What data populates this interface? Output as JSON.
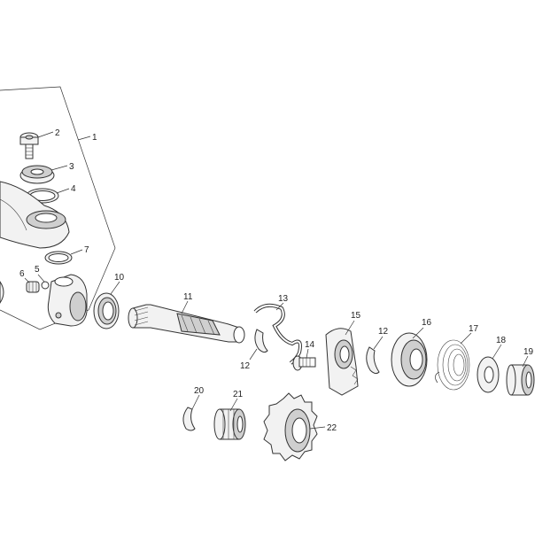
{
  "diagram": {
    "callouts": [
      {
        "id": "callout-1",
        "text": "1"
      },
      {
        "id": "callout-2",
        "text": "2"
      },
      {
        "id": "callout-3",
        "text": "3"
      },
      {
        "id": "callout-4",
        "text": "4"
      },
      {
        "id": "callout-5",
        "text": "5"
      },
      {
        "id": "callout-6",
        "text": "6"
      },
      {
        "id": "callout-7",
        "text": "7"
      },
      {
        "id": "callout-10",
        "text": "10"
      },
      {
        "id": "callout-11",
        "text": "11"
      },
      {
        "id": "callout-12a",
        "text": "12"
      },
      {
        "id": "callout-12b",
        "text": "12"
      },
      {
        "id": "callout-13",
        "text": "13"
      },
      {
        "id": "callout-14",
        "text": "14"
      },
      {
        "id": "callout-15",
        "text": "15"
      },
      {
        "id": "callout-16",
        "text": "16"
      },
      {
        "id": "callout-17",
        "text": "17"
      },
      {
        "id": "callout-18",
        "text": "18"
      },
      {
        "id": "callout-19",
        "text": "19"
      },
      {
        "id": "callout-20",
        "text": "20"
      },
      {
        "id": "callout-21",
        "text": "21"
      },
      {
        "id": "callout-22",
        "text": "22"
      }
    ]
  }
}
